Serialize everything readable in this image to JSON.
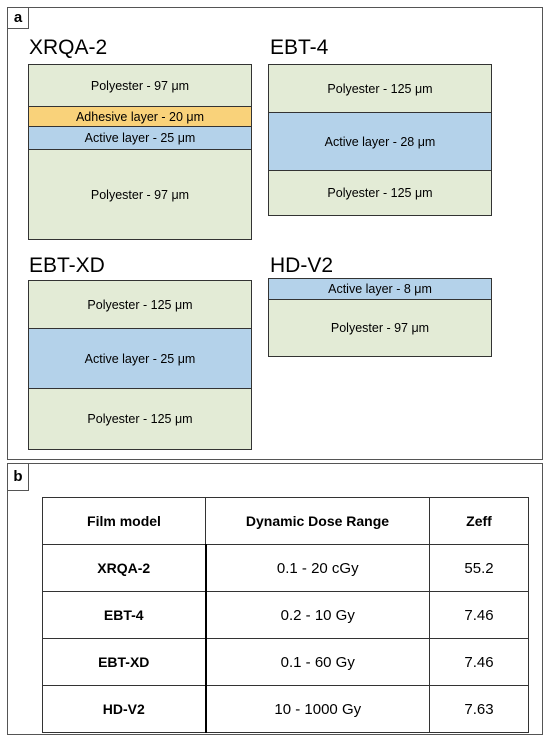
{
  "panels": {
    "a": "a",
    "b": "b"
  },
  "films": [
    {
      "name": "XRQA-2",
      "layers": [
        {
          "label": "Polyester - 97 μm",
          "type": "polyester",
          "thickness_um": 97
        },
        {
          "label": "Adhesive layer - 20 μm",
          "type": "adhesive",
          "thickness_um": 20
        },
        {
          "label": "Active layer - 25 μm",
          "type": "active",
          "thickness_um": 25
        },
        {
          "label": "Polyester - 97 μm",
          "type": "polyester",
          "thickness_um": 97
        }
      ]
    },
    {
      "name": "EBT-4",
      "layers": [
        {
          "label": "Polyester - 125 μm",
          "type": "polyester",
          "thickness_um": 125
        },
        {
          "label": "Active layer - 28 μm",
          "type": "active",
          "thickness_um": 28
        },
        {
          "label": "Polyester - 125 μm",
          "type": "polyester",
          "thickness_um": 125
        }
      ]
    },
    {
      "name": "EBT-XD",
      "layers": [
        {
          "label": "Polyester - 125 μm",
          "type": "polyester",
          "thickness_um": 125
        },
        {
          "label": "Active layer - 25 μm",
          "type": "active",
          "thickness_um": 25
        },
        {
          "label": "Polyester - 125 μm",
          "type": "polyester",
          "thickness_um": 125
        }
      ]
    },
    {
      "name": "HD-V2",
      "layers": [
        {
          "label": "Active layer - 8 μm",
          "type": "active",
          "thickness_um": 8
        },
        {
          "label": "Polyester - 97 μm",
          "type": "polyester",
          "thickness_um": 97
        }
      ]
    }
  ],
  "table": {
    "headers": [
      "Film model",
      "Dynamic Dose Range",
      "Zeff"
    ],
    "rows": [
      {
        "model": "XRQA-2",
        "range": "0.1 - 20 cGy",
        "zeff": "55.2"
      },
      {
        "model": "EBT-4",
        "range": "0.2 - 10 Gy",
        "zeff": "7.46"
      },
      {
        "model": "EBT-XD",
        "range": "0.1 - 60 Gy",
        "zeff": "7.46"
      },
      {
        "model": "HD-V2",
        "range": "10 - 1000 Gy",
        "zeff": "7.63"
      }
    ]
  },
  "colors": {
    "polyester": "#e3ebd6",
    "active": "#b4d2ea",
    "adhesive": "#f9d27a"
  }
}
